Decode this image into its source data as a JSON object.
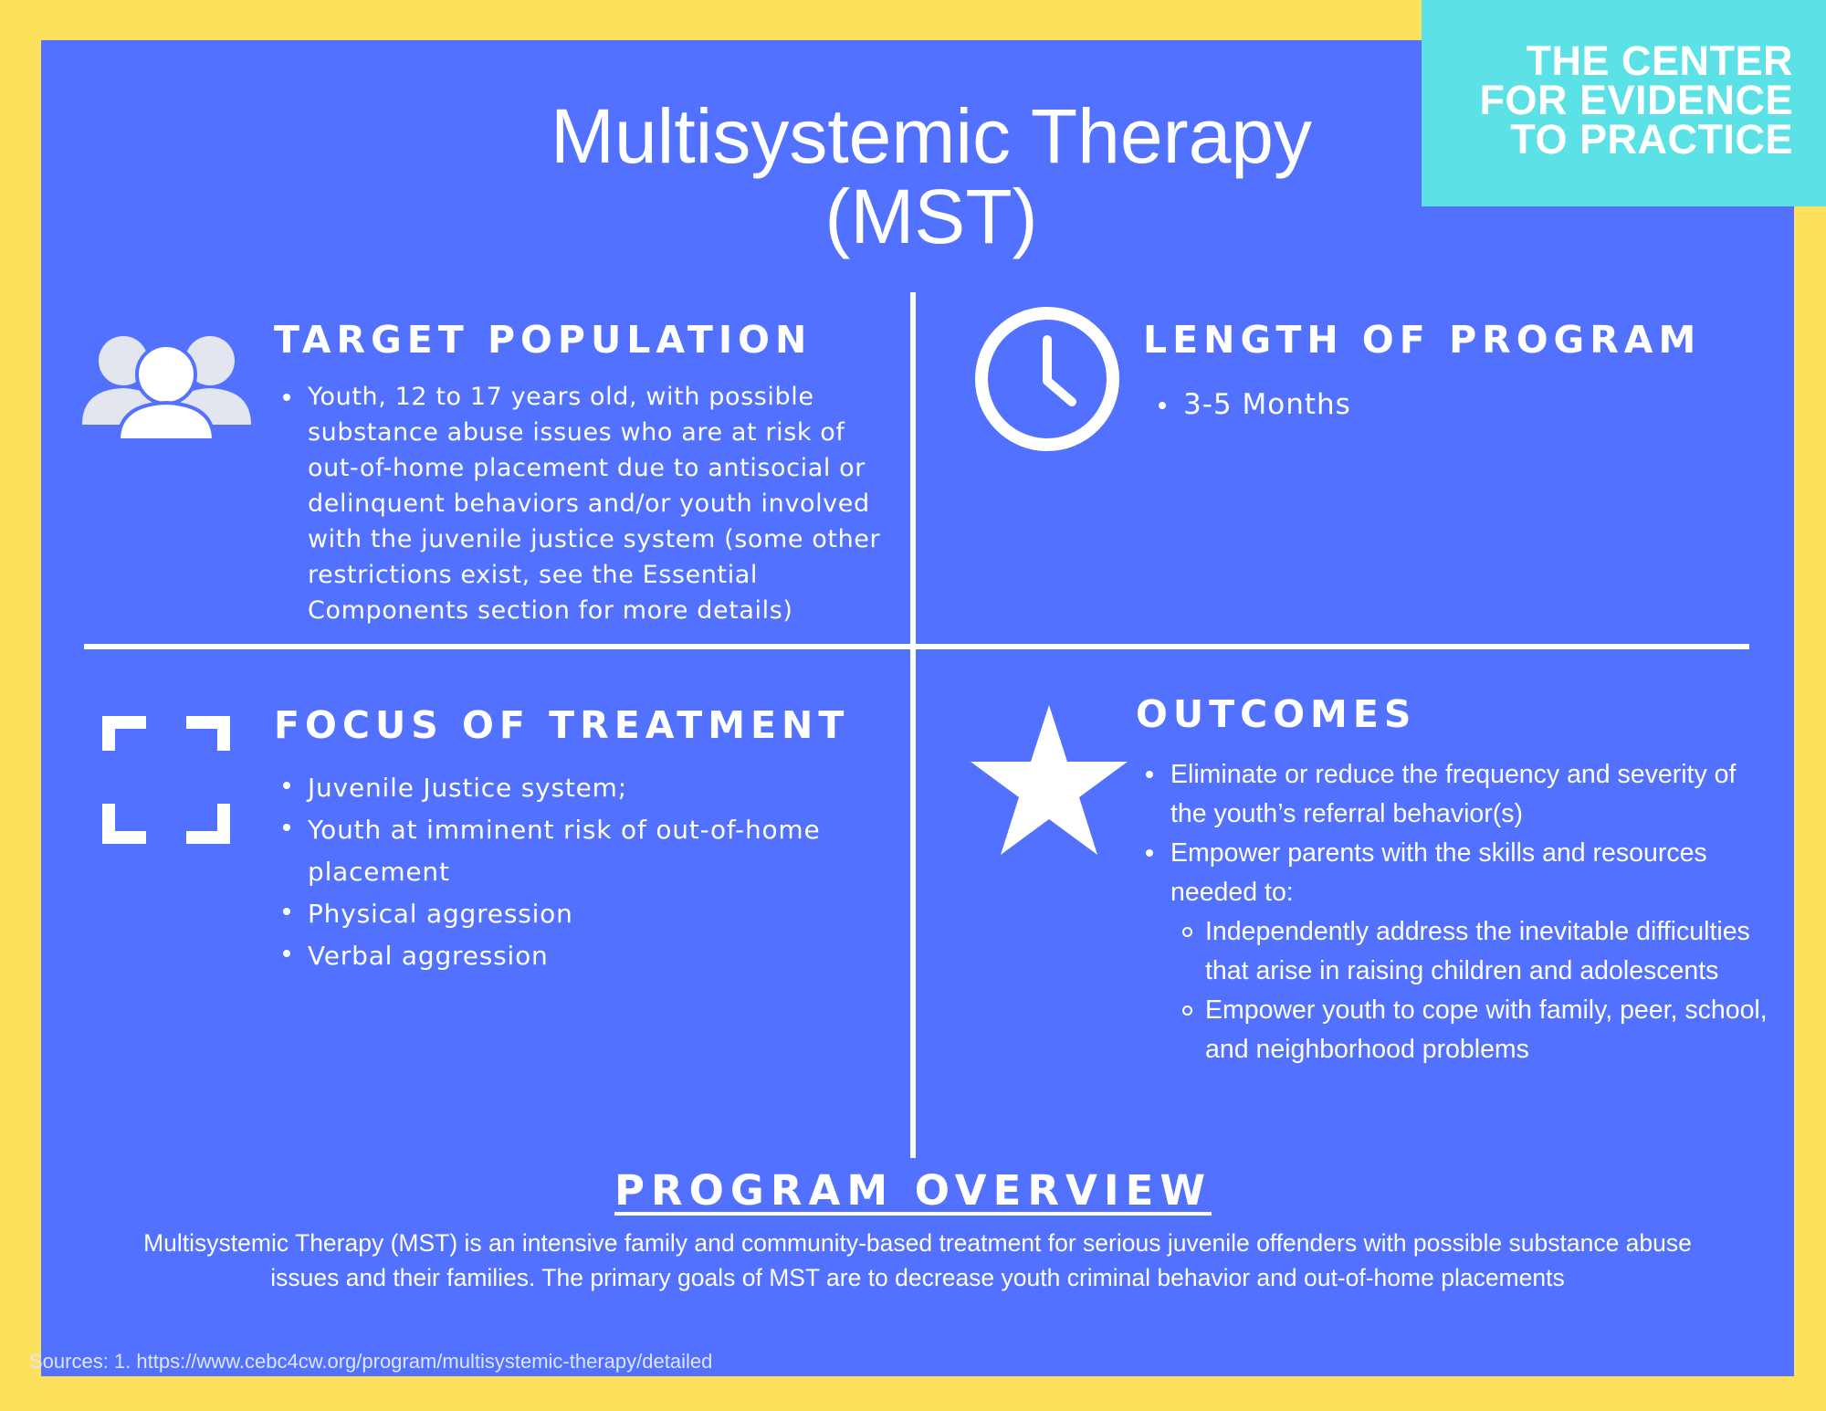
{
  "badge": {
    "lines": [
      "THE CENTER",
      "FOR EVIDENCE",
      "TO PRACTICE"
    ]
  },
  "title": {
    "line1": "Multisystemic Therapy",
    "line2": "(MST)"
  },
  "target_population": {
    "heading": "TARGET POPULATION",
    "icon": "people-group-icon",
    "items": [
      "Youth, 12 to 17 years old, with possible substance abuse issues who are at risk of out-of-home placement due to antisocial or delinquent behaviors and/or youth involved with the juvenile justice system (some other restrictions exist, see the Essential Components section for more details)"
    ]
  },
  "length_of_program": {
    "heading": "LENGTH OF PROGRAM",
    "icon": "clock-icon",
    "items": [
      "3-5 Months"
    ]
  },
  "focus_of_treatment": {
    "heading": "FOCUS OF TREATMENT",
    "icon": "focus-frame-icon",
    "items": [
      "Juvenile Justice system;",
      "Youth at imminent risk of out-of-home placement",
      "Physical aggression",
      "Verbal aggression"
    ]
  },
  "outcomes": {
    "heading": "OUTCOMES",
    "icon": "star-icon",
    "items": [
      "Eliminate or reduce the frequency and severity of the youth’s referral behavior(s)",
      "Empower parents with the skills and resources needed to:"
    ],
    "sub_items": [
      "Independently address the inevitable difficulties that arise in raising children and adolescents",
      "Empower youth to cope with family, peer, school, and neighborhood problems"
    ]
  },
  "overview": {
    "heading": "PROGRAM OVERVIEW",
    "text": "Multisystemic Therapy (MST) is an intensive family and community-based treatment for serious juvenile offenders with possible substance abuse issues and their families. The primary goals of MST are to decrease youth criminal behavior and out-of-home placements"
  },
  "sources": "Sources: 1. https://www.cebc4cw.org/program/multisystemic-therapy/detailed",
  "colors": {
    "border": "#fde05b",
    "panel": "#5271ff",
    "badge": "#5ce1e6",
    "text": "#ffffff"
  }
}
